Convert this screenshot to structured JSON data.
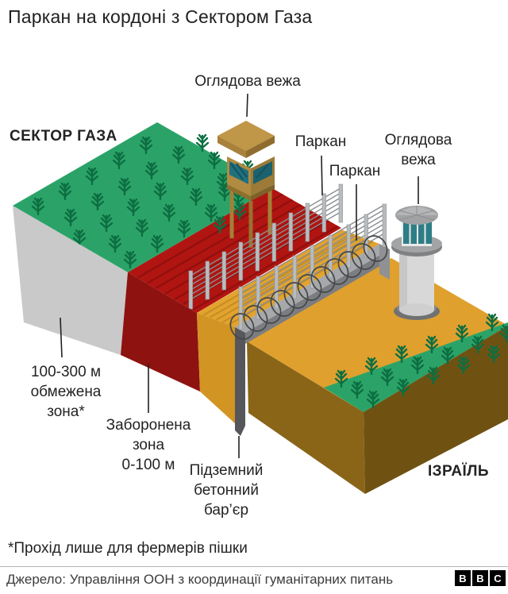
{
  "title": "Паркан на кордоні з Сектором Газа",
  "diagram": {
    "gaza_label": "СЕКТОР ГАЗА",
    "israel_label": "ІЗРАЇЛЬ",
    "watchtower_left_label": "Оглядова вежа",
    "fence_label_1": "Паркан",
    "fence_label_2": "Паркан",
    "watchtower_right": {
      "line1": "Оглядова",
      "line2": "вежа"
    },
    "restricted_zone": {
      "line1": "100-300 м",
      "line2": "обмежена",
      "line3": "зона*"
    },
    "forbidden_zone": {
      "line1": "Заборонена",
      "line2": "зона",
      "line3": "0-100 м"
    },
    "underground_barrier": {
      "line1": "Підземний",
      "line2": "бетонний",
      "line3": "бар’єр"
    }
  },
  "colors": {
    "farmland_green": "#2ba368",
    "crop_green": "#0d6e42",
    "forbidden_red": "#b11511",
    "buffer_orange": "#e2a32f",
    "restricted_gray": "#c9c9c9",
    "israel_soil_brown": "#8a6518",
    "concrete_gray": "#a6a8aa"
  },
  "footnote": "*Прохід лише для фермерів пішки",
  "source": "Джерело: Управління ООН з координації гуманітарних питань",
  "logo": [
    "B",
    "B",
    "C"
  ]
}
